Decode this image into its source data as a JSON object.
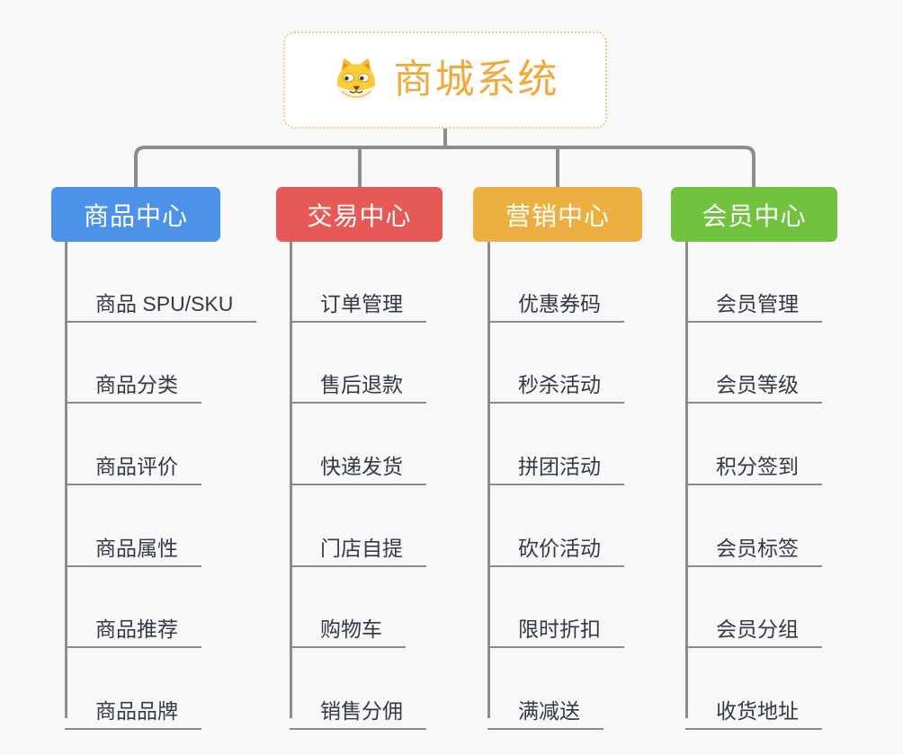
{
  "root": {
    "title": "商城系统",
    "icon": "dog-face-icon"
  },
  "branches": [
    {
      "label": "商品中心",
      "color": "#4C92E9",
      "children": [
        "商品 SPU/SKU",
        "商品分类",
        "商品评价",
        "商品属性",
        "商品推荐",
        "商品品牌"
      ]
    },
    {
      "label": "交易中心",
      "color": "#E75955",
      "children": [
        "订单管理",
        "售后退款",
        "快递发货",
        "门店自提",
        "购物车",
        "销售分佣"
      ]
    },
    {
      "label": "营销中心",
      "color": "#EBB040",
      "children": [
        "优惠券码",
        "秒杀活动",
        "拼团活动",
        "砍价活动",
        "限时折扣",
        "满减送"
      ]
    },
    {
      "label": "会员中心",
      "color": "#70C23F",
      "children": [
        "会员管理",
        "会员等级",
        "积分签到",
        "会员标签",
        "会员分组",
        "收货地址"
      ]
    }
  ],
  "colors": {
    "background": "#F8F8F8",
    "connector": "#8C8C8C",
    "underline": "#8A8A8A",
    "item_text": "#333A45",
    "root_title": "#F2A93B",
    "root_border": "#F0C887"
  }
}
